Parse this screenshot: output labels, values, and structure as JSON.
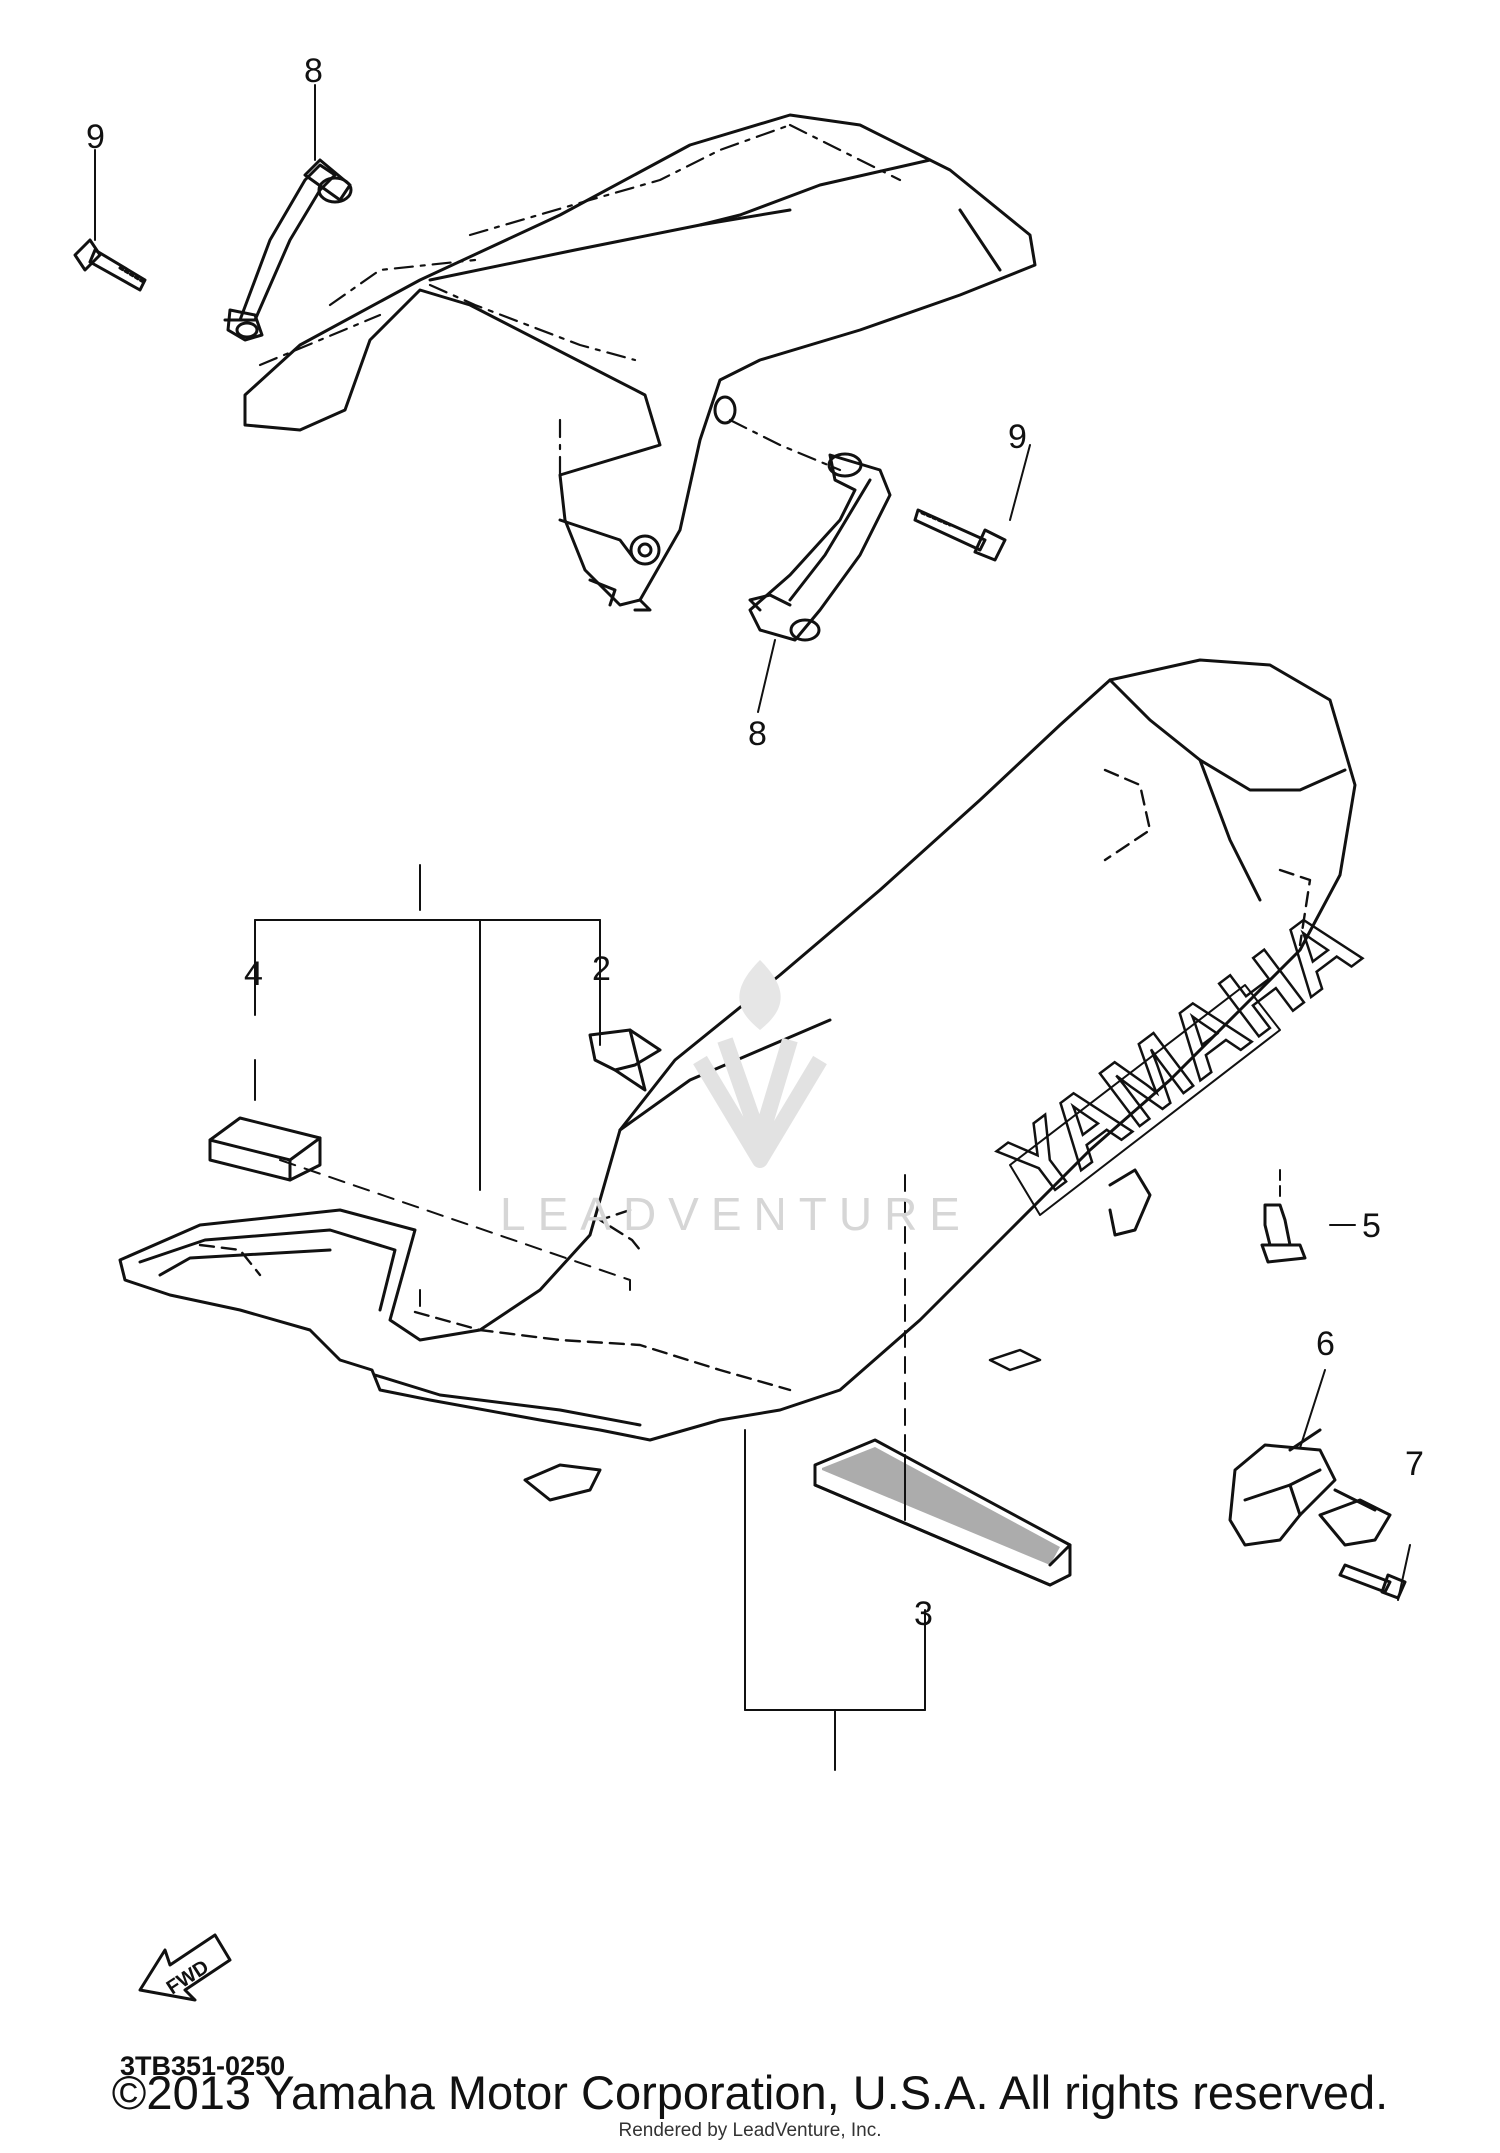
{
  "callouts": {
    "c2": "2",
    "c3": "3",
    "c4": "4",
    "c5": "5",
    "c6": "6",
    "c7": "7",
    "c8_top": "8",
    "c8_bottom": "8",
    "c9_left": "9",
    "c9_right": "9"
  },
  "seat_logo": "YAMAHA",
  "fwd_label": "FWD",
  "diagram_code": "3TB351-0250",
  "watermark": "LEADVENTURE",
  "copyright": "©2013 Yamaha Motor Corporation, U.S.A. All rights reserved.",
  "rendered_by": "Rendered by LeadVenture, Inc."
}
